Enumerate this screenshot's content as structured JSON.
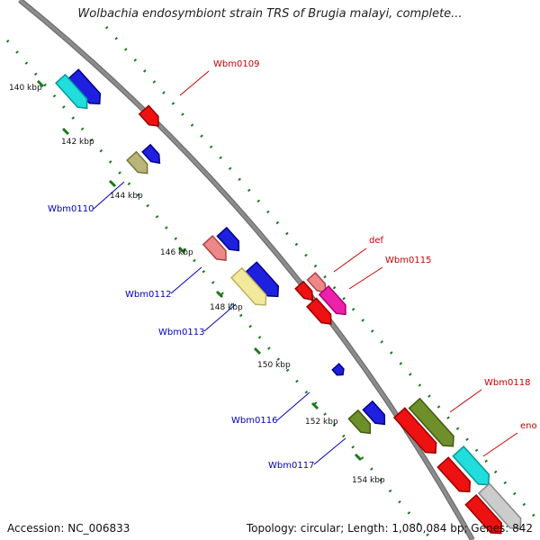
{
  "title": "Wolbachia endosymbiont strain TRS of Brugia malayi, complete...",
  "footer": {
    "accession": "Accession: NC_006833",
    "summary": "Topology: circular; Length: 1,080,084 bp; Genes: 842"
  },
  "colors": {
    "backbone": "#8c8c8c",
    "tick": "#1a7a1a",
    "forward_label": "#cc0000",
    "reverse_label": "#0000bb"
  },
  "ticks": [
    {
      "label": "140 kbp"
    },
    {
      "label": "142 kbp"
    },
    {
      "label": "144 kbp"
    },
    {
      "label": "146 kbp"
    },
    {
      "label": "148 kbp"
    },
    {
      "label": "150 kbp"
    },
    {
      "label": "152 kbp"
    },
    {
      "label": "154 kbp"
    }
  ],
  "gene_labels": [
    {
      "name": "Wbm0109",
      "strand": "forward"
    },
    {
      "name": "def",
      "strand": "forward"
    },
    {
      "name": "Wbm0115",
      "strand": "forward"
    },
    {
      "name": "Wbm0118",
      "strand": "forward"
    },
    {
      "name": "eno",
      "strand": "forward"
    },
    {
      "name": "Wbm0110",
      "strand": "reverse"
    },
    {
      "name": "Wbm0112",
      "strand": "reverse"
    },
    {
      "name": "Wbm0113",
      "strand": "reverse"
    },
    {
      "name": "Wbm0116",
      "strand": "reverse"
    },
    {
      "name": "Wbm0117",
      "strand": "reverse"
    }
  ]
}
